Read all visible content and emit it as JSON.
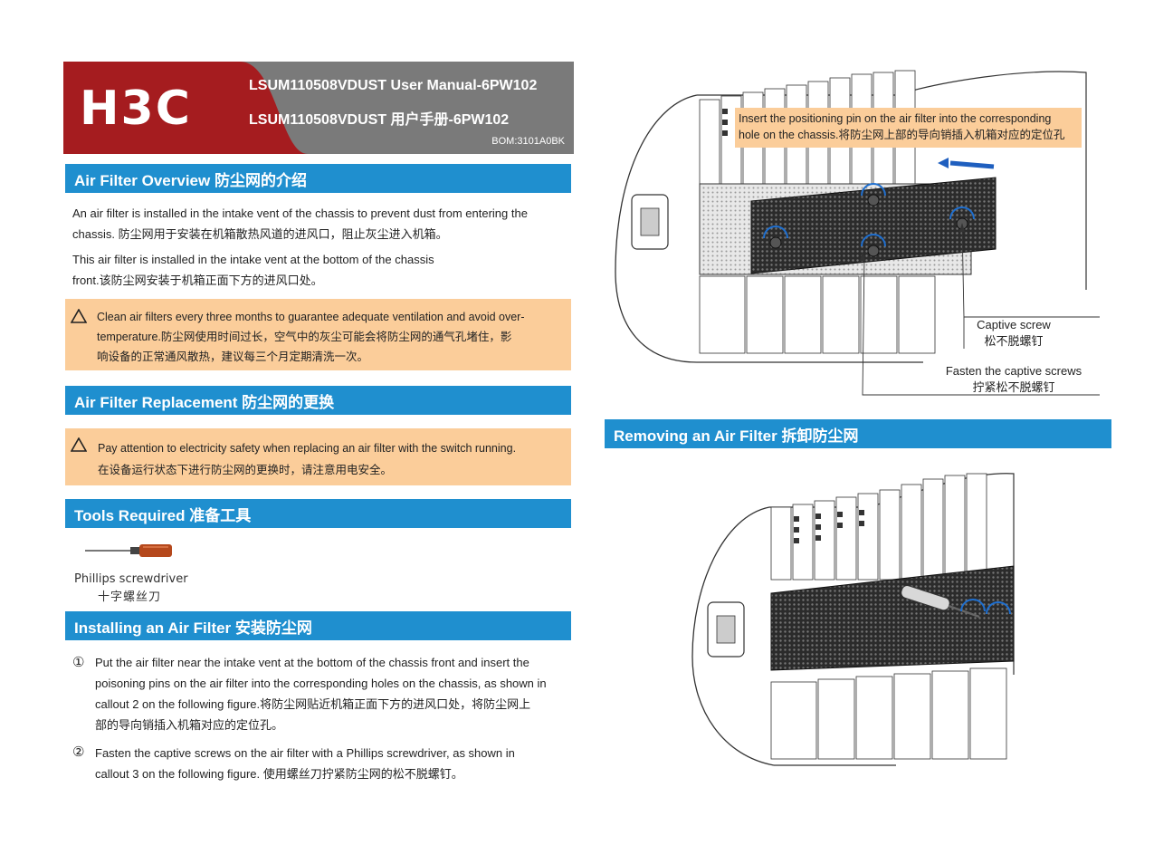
{
  "header": {
    "logo": "H3C",
    "title_en": "LSUM110508VDUST User Manual-6PW102",
    "title_cn": "LSUM110508VDUST 用户手册-6PW102",
    "bom": "BOM:3101A0BK",
    "colors": {
      "logo_red": "#a51c1f",
      "header_gray": "#7a7a7a"
    }
  },
  "sections": {
    "overview": {
      "title": "Air Filter Overview  防尘网的介绍",
      "para1_line1": "An air filter is installed in the intake vent of the chassis to prevent dust from entering the",
      "para1_line2": "chassis.  防尘网用于安装在机箱散热风道的进风口，阻止灰尘进入机箱。",
      "para2_line1": "This air filter is installed in the intake vent at the bottom of the chassis",
      "para2_line2": "front.该防尘网安装于机箱正面下方的进风口处。",
      "warning_line1": "Clean air filters every three months to guarantee adequate ventilation and avoid over-",
      "warning_line2": "temperature.防尘网使用时间过长，空气中的灰尘可能会将防尘网的通气孔堵住，影",
      "warning_line3": "响设备的正常通风散热，建议每三个月定期清洗一次。"
    },
    "replacement": {
      "title": "Air Filter Replacement 防尘网的更换",
      "warning_line1": "Pay attention to electricity safety when replacing an air filter with the switch running.",
      "warning_line2": "在设备运行状态下进行防尘网的更换时，请注意用电安全。"
    },
    "tools": {
      "title": "Tools Required 准备工具",
      "tool_en": "Phillips screwdriver",
      "tool_cn": "十字螺丝刀"
    },
    "installing": {
      "title": "Installing an Air Filter 安装防尘网",
      "step1_num": "①",
      "step1_line1": "Put the air filter near the intake vent at the bottom of the chassis front and insert the",
      "step1_line2": "poisoning pins on the air filter into the corresponding holes on the chassis, as shown in",
      "step1_line3": "callout 2 on the following figure.将防尘网贴近机箱正面下方的进风口处，将防尘网上",
      "step1_line4": "部的导向销插入机箱对应的定位孔。",
      "step2_num": "②",
      "step2_line1": "Fasten  the  captive  screws  on  the  air  filter  with  a  Phillips  screwdriver,  as  shown  in",
      "step2_line2": "callout 3 on the following figure. 使用螺丝刀拧紧防尘网的松不脱螺钉。"
    },
    "removing": {
      "title": "Removing an Air Filter 拆卸防尘网"
    }
  },
  "figure_install": {
    "callout1_line1": "Insert the positioning pin on the air filter into the corresponding",
    "callout1_line2": "hole on the chassis.将防尘网上部的导向销插入机箱对应的定位孔",
    "callout2_line1": "Captive screw",
    "callout2_line2": "松不脱螺钉",
    "callout3_line1": "Fasten the captive screws",
    "callout3_line2": "拧紧松不脱螺钉"
  },
  "colors": {
    "section_blue": "#1f8fcf",
    "warning_orange": "#fbcd9a"
  }
}
